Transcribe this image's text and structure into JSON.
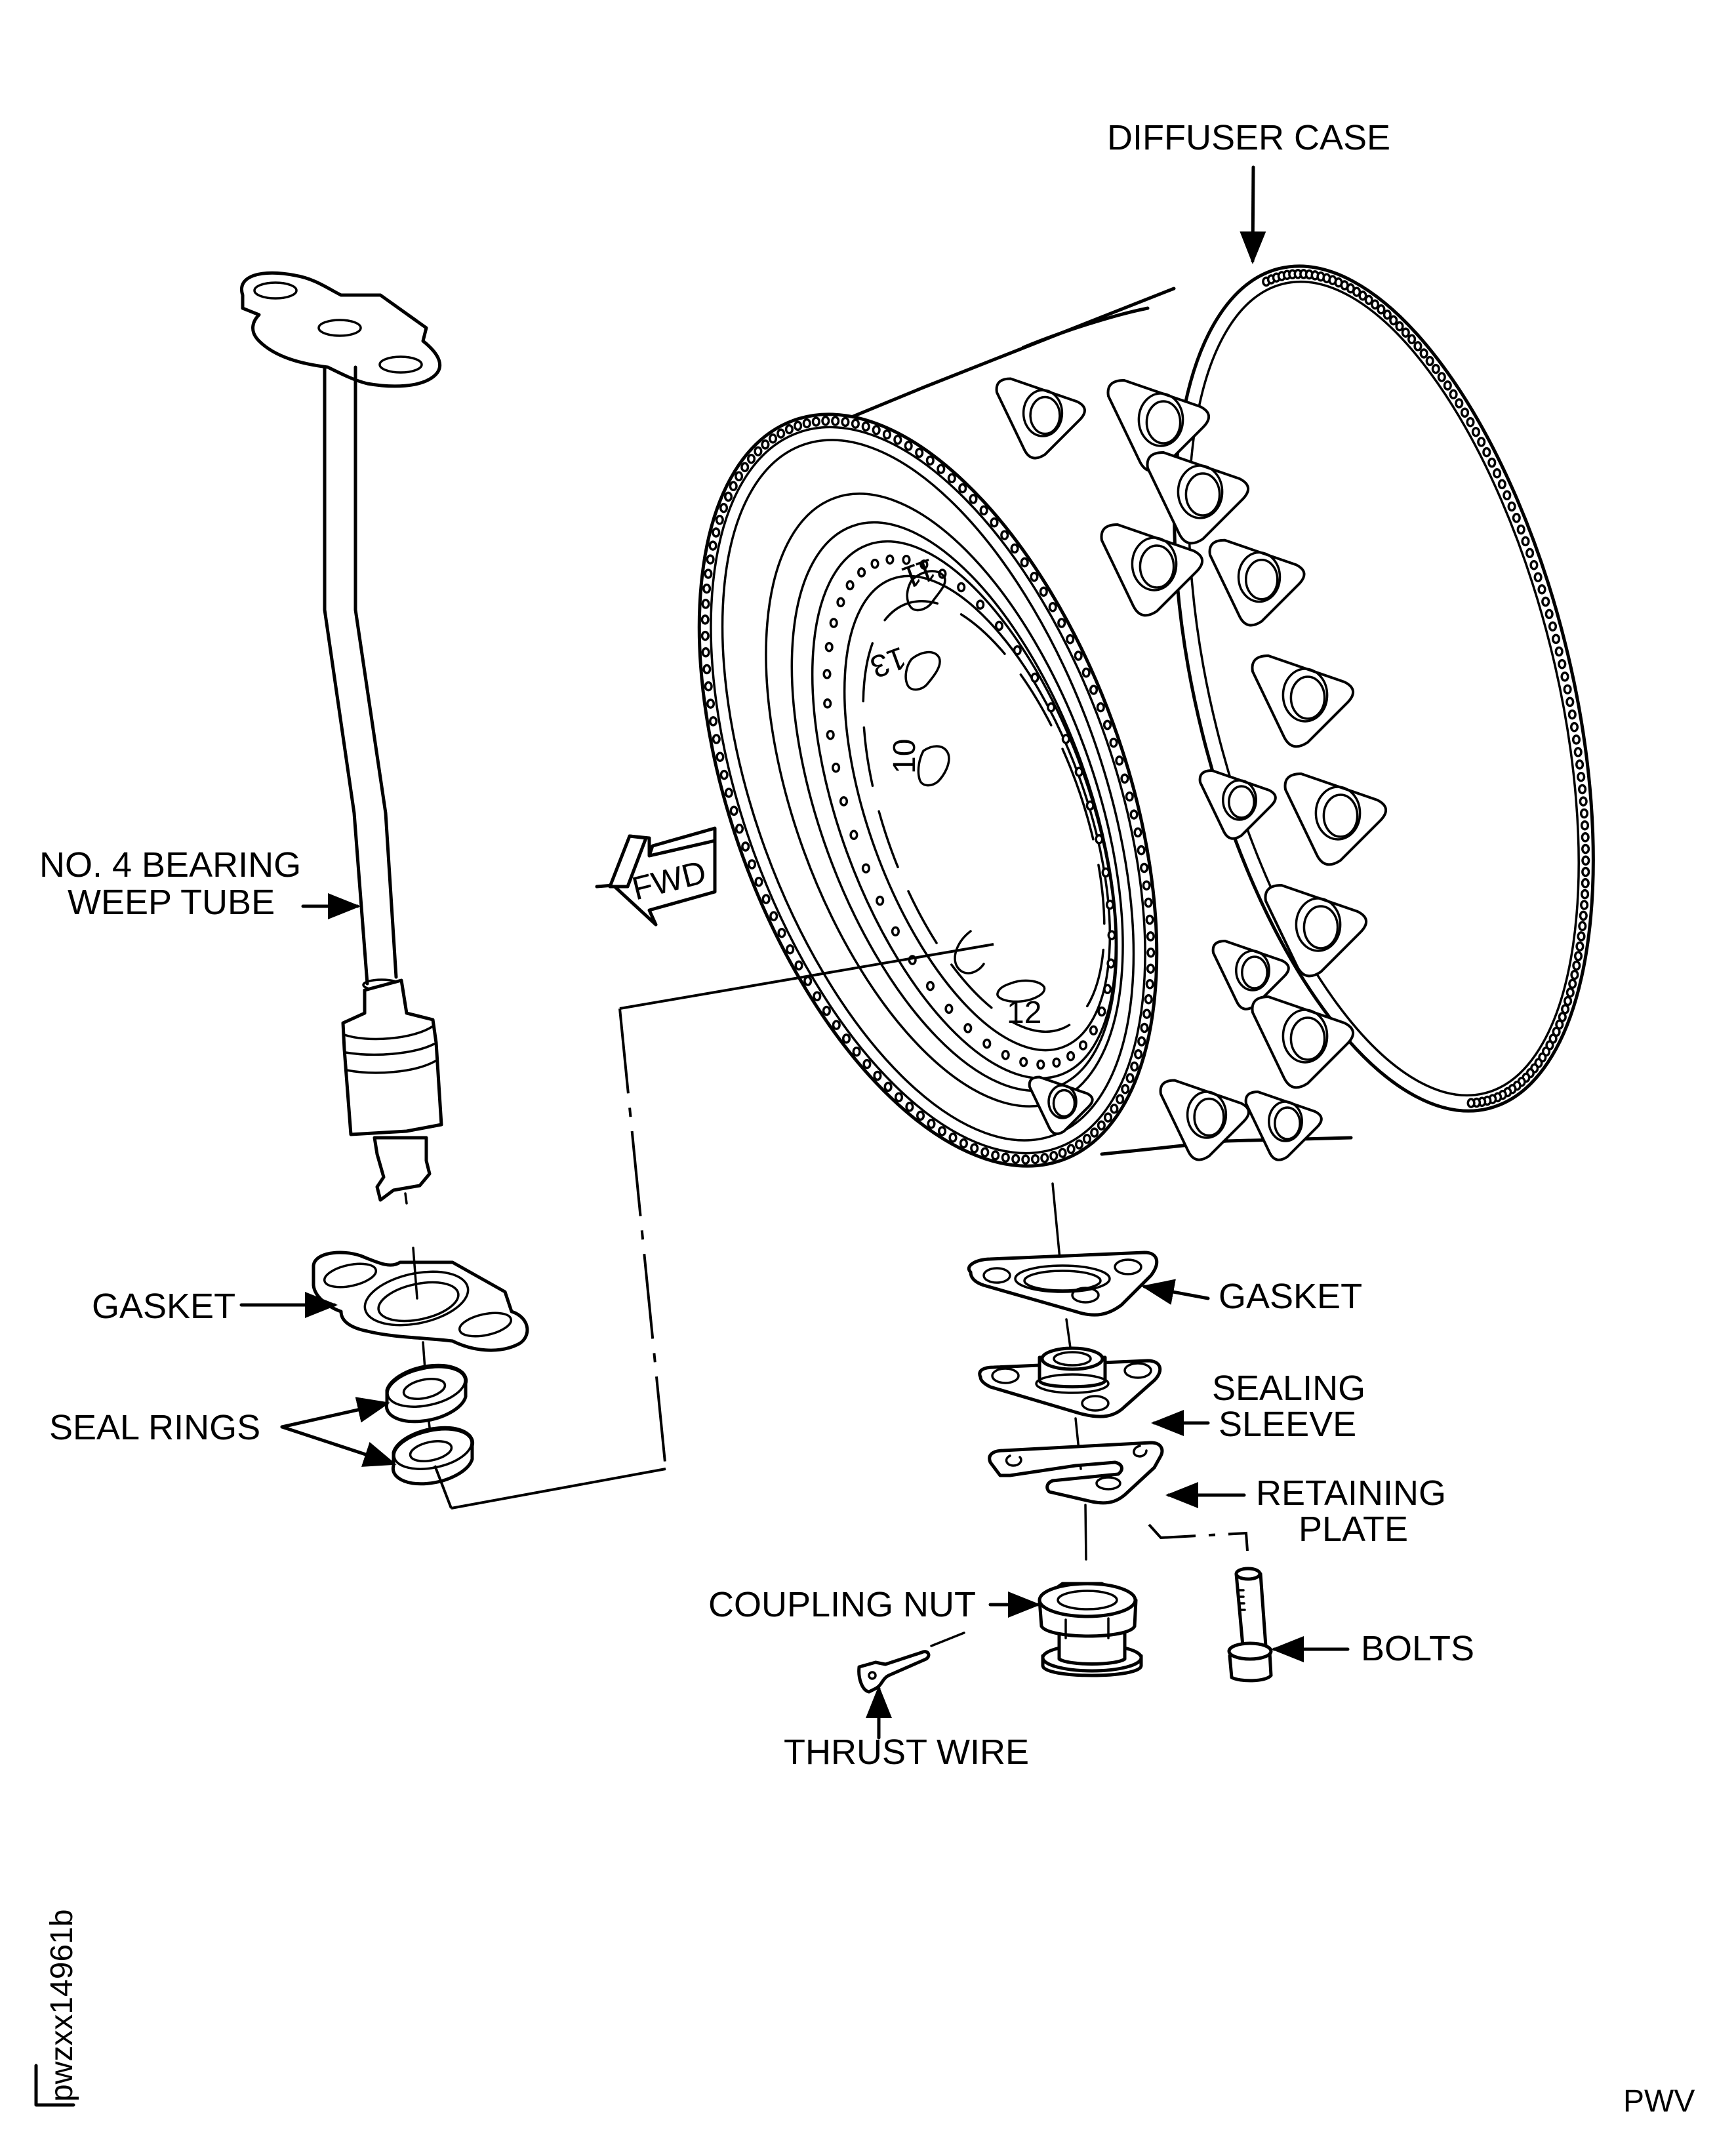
{
  "figure": {
    "type": "exploded-view parts illustration",
    "direction_indicator": "FWD",
    "drawing_number": "pwzxx14961b",
    "publisher_code": "PWV"
  },
  "labels": {
    "diffuser_case": "DIFFUSER CASE",
    "weep_tube_line1": "NO. 4 BEARING",
    "weep_tube_line2": "WEEP TUBE",
    "gasket_left": "GASKET",
    "seal_rings": "SEAL RINGS",
    "gasket_right": "GASKET",
    "sealing_sleeve_line1": "SEALING",
    "sealing_sleeve_line2": "SLEEVE",
    "retaining_plate_line1": "RETAINING",
    "retaining_plate_line2": "PLATE",
    "coupling_nut": "COUPLING NUT",
    "bolts": "BOLTS",
    "thrust_wire": "THRUST WIRE",
    "fwd": "FWD"
  },
  "case_markings": {
    "port_numbers": [
      "11",
      "13",
      "10",
      "12"
    ]
  }
}
